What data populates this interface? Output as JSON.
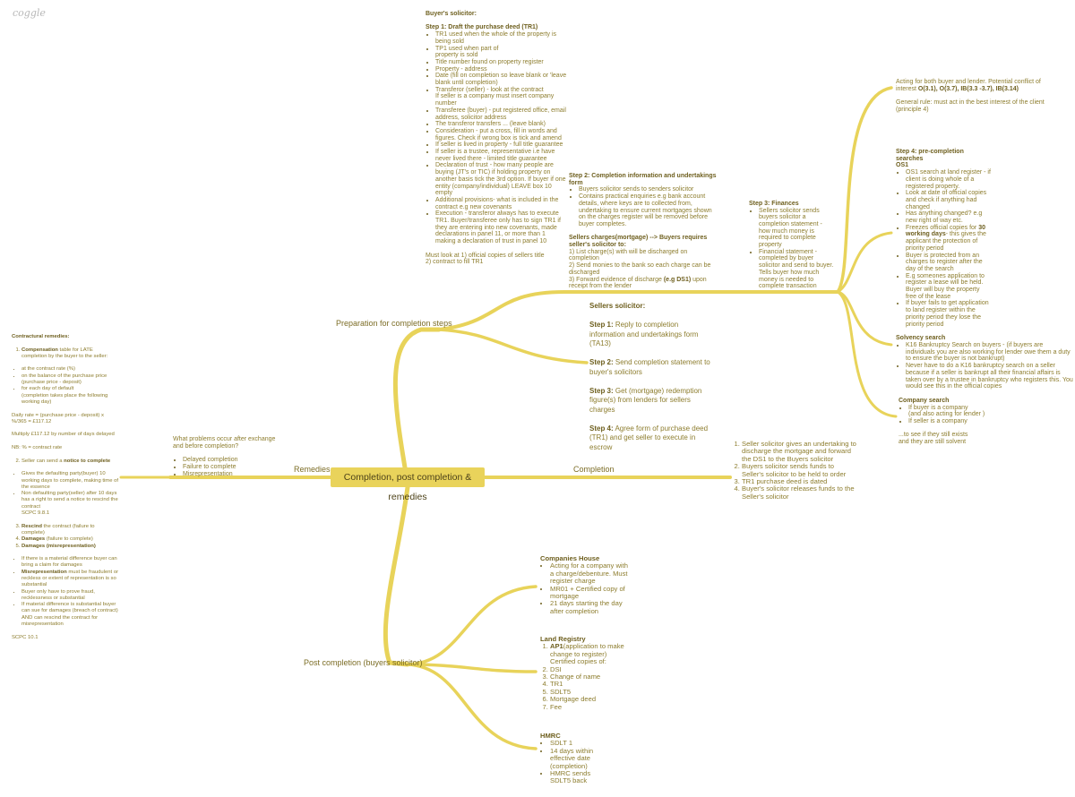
{
  "app": {
    "logo": "coggle"
  },
  "colors": {
    "branch": "#e8d35a",
    "text": "#8d7d2e",
    "bold_text": "#6e5f1e",
    "central_fill": "#e9d35b"
  },
  "central": "Completion, post completion & remedies",
  "labels": {
    "preparation": "Preparation for completion steps",
    "remedies": "Remedies",
    "completion": "Completion",
    "post": "Post completion (buyers solicitor)"
  },
  "nodes": [
    {
      "id": "n-buyer",
      "size": "",
      "blocks": [
        {
          "h": "Buyer's solicitor:"
        },
        {
          "p": [
            ""
          ]
        },
        {
          "h": "Step 1: Draft the purchase deed (TR1)"
        },
        {
          "ul": [
            [
              "TR1 used when the whole of the property is being sold"
            ],
            [
              "TP1 used when part of\nproperty is sold"
            ],
            [
              "Title number found on property register"
            ],
            [
              "Property - address"
            ],
            [
              "Date (fill on completion so leave blank or 'leave blank until completion)"
            ],
            [
              "Transferor (seller) - look at the contract\nIf seller is a company must insert company number"
            ],
            [
              "Transferee (buyer) - put registered office, email address, solicitor address"
            ],
            [
              "The transferor transfers ... (leave blank)"
            ],
            [
              "Consideration - put a cross, fill in words and figures. Check if wrong box is tick and amend"
            ],
            [
              "If seller is lived in property - full title guarantee"
            ],
            [
              "If seller is a trustee, representative i.e have never lived there - limited title guarantee"
            ],
            [
              "Declaration of trust - how many people are buying (JT's or TIC) if holding property on another basis tick the 3rd option. If buyer if one entity (company/individual) LEAVE box 10 empty"
            ],
            [
              "Additional provisions- what is included in the contract e.g new covenants"
            ],
            [
              "Execution - transferor always has to execute TR1. Buyer/transferee only has to sign TR1 if they are entering into new covenants, made declarations in panel 11, or more than 1 making a declaration of trust in panel 10"
            ]
          ]
        },
        {
          "p": [
            "Must look at 1) official copies of sellers title\n2) contract to fill TR1"
          ]
        }
      ]
    },
    {
      "id": "n-step2",
      "size": "",
      "blocks": [
        {
          "h": "Step 2: Completion information and undertakings form"
        },
        {
          "ul": [
            [
              "Buyers solicitor sends to senders solicitor"
            ],
            [
              "Contains practical enquiries e.g bank account details, where keys are to collected from, undertaking to ensure current mortgages shown on the charges register will be removed before buyer completes."
            ]
          ]
        },
        {
          "h": "Sellers charges(mortgage) --> Buyers requires seller's solicitor to:"
        },
        {
          "p": [
            "1) List charge(s) with will be discharged on completion\n2) Send monies to the bank so each charge can be discharged\n3) Forward evidence of discharge ",
            {
              "b": "(e.g DS1)"
            },
            " upon receipt from the lender"
          ]
        }
      ]
    },
    {
      "id": "n-step3",
      "size": "",
      "blocks": [
        {
          "h": "Step 3: Finances"
        },
        {
          "ul": [
            [
              "Sellers solicitor sends buyers solicitor a completion statement - how much money is required to complete property"
            ],
            [
              "Financial statement - completed by buyer solicitor and send to buyer. Tells buyer how much money is needed to complete transaction"
            ]
          ]
        }
      ]
    },
    {
      "id": "n-conflict",
      "size": "",
      "blocks": [
        {
          "p": [
            "Acting for both buyer and lender. Potential conflict of interest ",
            {
              "b": "O(3.1), O(3.7), IB(3.3 -3.7), IB(3.14)"
            }
          ]
        },
        {
          "p": [
            "General rule: must act in the best interest of the client (principle 4)"
          ]
        }
      ]
    },
    {
      "id": "n-step4",
      "size": "",
      "blocks": [
        {
          "h": "Step 4: pre-completion searches\nOS1"
        },
        {
          "ul": [
            [
              "OS1 search at land register - if client is doing whole of a registered property."
            ],
            [
              "Look at date of official copies and check if anything had changed"
            ],
            [
              "Has anything changed? e.g new right of way etc."
            ],
            [
              "Freezes official copies for ",
              {
                "b": "30 working days"
              },
              "- this gives the applicant the protection of priority period"
            ],
            [
              "Buyer is protected from an charges to register after the day of the search"
            ],
            [
              "E.g someones application to register a lease will be held. Buyer will buy the property free of the lease"
            ],
            [
              "If buyer fails to get application to land register within the priority period they lose the priority period"
            ]
          ]
        }
      ]
    },
    {
      "id": "n-solvency",
      "size": "",
      "blocks": [
        {
          "h": "Solvency search"
        },
        {
          "ul": [
            [
              "K16 Bankruptcy Search on buyers - (if buyers are individuals you are also working for lender owe them a duty to ensure the buyer is not bankrupt)"
            ],
            [
              "Never have to do a K16 bankruptcy search on a seller because if a seller is bankrupt all their financial affairs is taken over by a trustee in bankruptcy who registers this. You would see this in the official copies"
            ]
          ]
        }
      ]
    },
    {
      "id": "n-company",
      "size": "",
      "blocks": [
        {
          "h": "Company search"
        },
        {
          "ul": [
            [
              "If buyer is a company\n(and also acting for lender )"
            ],
            [
              "If seller is a company"
            ]
          ]
        },
        {
          "p": [
            "...to see if they still exists\nand they are still solvent"
          ]
        }
      ]
    },
    {
      "id": "n-sellers",
      "size": "big",
      "blocks": [
        {
          "h": "Sellers solicitor:"
        },
        {
          "p": [
            ""
          ]
        },
        {
          "p": [
            {
              "b": "Step 1:"
            },
            " Reply to completion information and undertakings form (TA13)"
          ]
        },
        {
          "p": [
            {
              "b": "Step 2:"
            },
            " Send completion statement to buyer's solicitors"
          ]
        },
        {
          "p": [
            {
              "b": "Step 3:"
            },
            " Get (mortgage) redemption figure(s) from lenders for sellers charges"
          ]
        },
        {
          "p": [
            {
              "b": "Step 4:"
            },
            " Agree form of purchase deed (TR1) and get seller to execute in escrow"
          ]
        }
      ]
    },
    {
      "id": "n-completion",
      "size": "mid",
      "blocks": [
        {
          "ol": [
            [
              "Seller solicitor gives an undertaking to discharge the mortgage and forward the DS1 to the Buyers solicitor"
            ],
            [
              "Buyers solicitor sends funds to Seller's solicitor to be held to order"
            ],
            [
              "TR1 purchase deed is dated"
            ],
            [
              "Buyer's solicitor releases funds to the Seller's solicitor"
            ]
          ]
        }
      ]
    },
    {
      "id": "n-problems",
      "size": "",
      "blocks": [
        {
          "p": [
            "What problems occur after exchange and before completion?"
          ]
        },
        {
          "ul": [
            [
              "Delayed completion"
            ],
            [
              "Failure to complete"
            ],
            [
              "Misrepresentation"
            ]
          ]
        }
      ]
    },
    {
      "id": "n-remedies",
      "size": "small",
      "blocks": [
        {
          "h": "Contractural remedies:"
        },
        {
          "p": [
            ""
          ]
        },
        {
          "ol": [
            [
              {
                "b": "Compensation"
              },
              " table for LATE completion by the buyer to the seller:"
            ]
          ]
        },
        {
          "ul": [
            [
              "at the contract rate (%)"
            ],
            [
              "on the balance of the purchase price (purchase price - deposit)"
            ],
            [
              "for each day of default\n(completion takes place the following working day)"
            ]
          ]
        },
        {
          "p": [
            "Daily rate = (purchase price - deposit) x %/365 = £117.12"
          ]
        },
        {
          "p": [
            "Multiply £117.12 by number of days delayed"
          ]
        },
        {
          "p": [
            "NB: % = contract rate"
          ]
        },
        {
          "ol2": [
            [
              "Seller can send a ",
              {
                "b": "notice to complete"
              }
            ]
          ]
        },
        {
          "ul": [
            [
              "Gives the defaulting party(buyer) 10 working days to complete, making time of the essence"
            ],
            [
              "Non defaulting party(seller) after 10 days has a right to send a notice to rescind the contract\nSCPC 9.8.1"
            ]
          ]
        },
        {
          "ol3": [
            [
              {
                "b": "Rescind"
              },
              " the contract (failure to complete)"
            ],
            [
              {
                "b": "Damages"
              },
              " (failure to complete)"
            ],
            [
              {
                "b": "Damages (misrepresentation)"
              }
            ]
          ]
        },
        {
          "ul": [
            [
              "If there is a material difference buyer can bring a claim for damages"
            ],
            [
              {
                "b": "Misrepresentation"
              },
              " must be fraudulent or reckless or extent of representation is so substantial"
            ],
            [
              "Buyer only have to prove fraud, recklessness or substantial"
            ],
            [
              "If material difference is substantial buyer can sue for damages (breach of contract) AND can rescind the contract for misrepresentation"
            ]
          ]
        },
        {
          "p": [
            "SCPC 10.1"
          ]
        }
      ]
    },
    {
      "id": "n-companies",
      "size": "mid",
      "blocks": [
        {
          "h": "Companies House"
        },
        {
          "ul": [
            [
              "Acting for a company with a charge/debenture. Must register charge"
            ],
            [
              "MR01 + Certified copy of mortgage"
            ],
            [
              "21 days starting the day after completion"
            ]
          ]
        }
      ]
    },
    {
      "id": "n-land",
      "size": "mid",
      "blocks": [
        {
          "h": "Land Registry"
        },
        {
          "ol": [
            [
              {
                "b": "AP1"
              },
              "(application to make change to register)\nCertified copies of:"
            ],
            [
              "DSI"
            ],
            [
              "Change of name"
            ],
            [
              "TR1"
            ],
            [
              "SDLT5"
            ],
            [
              "Mortgage deed"
            ],
            [
              "Fee"
            ]
          ]
        }
      ]
    },
    {
      "id": "n-hmrc",
      "size": "mid",
      "blocks": [
        {
          "h": "HMRC"
        },
        {
          "ul": [
            [
              "SDLT 1"
            ],
            [
              "14 days within effective date (completion)"
            ],
            [
              "HMRC sends SDLT5 back"
            ]
          ]
        }
      ]
    }
  ]
}
